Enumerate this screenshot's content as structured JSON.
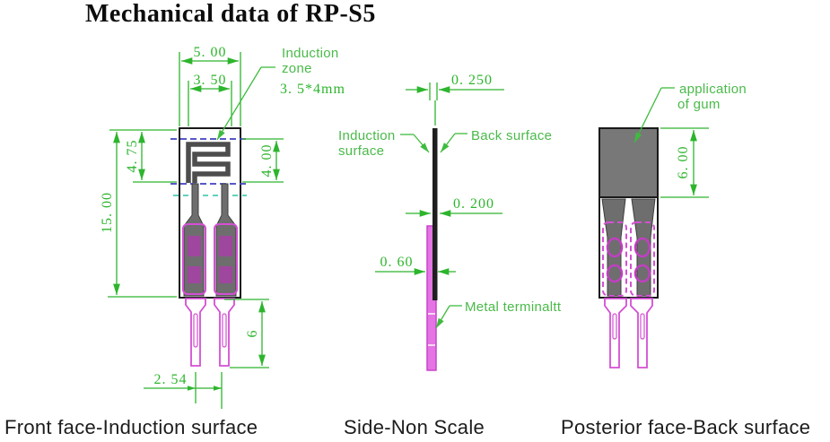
{
  "title": "Mechanical data of RP-S5",
  "colors": {
    "dimension_green": "#2db52d",
    "label_green": "#4aba4a",
    "terminal_magenta": "#d44fd4",
    "body_gray": "#6e6e6e",
    "zone_dashed_blue": "#4040c0",
    "zone_dashed_cyan": "#2fc3a6",
    "ink_black": "#1a1a1a"
  },
  "views": {
    "front": {
      "caption": "Front face-Induction surface",
      "dims": {
        "outer_width": "5. 00",
        "zone_width": "3. 50",
        "zone_height_left": "4. 75",
        "zone_height_right": "4. 00",
        "body_height": "15. 00",
        "pin_length": "6",
        "pin_pitch": "2. 54"
      },
      "labels": {
        "induction_zone": [
          "Induction",
          "zone"
        ],
        "zone_size": "3. 5*4mm"
      }
    },
    "side": {
      "caption": "Side-Non Scale",
      "dims": {
        "top_thickness": "0. 250",
        "film_thickness": "0. 200",
        "terminal_thickness": "0. 60"
      },
      "labels": {
        "induction_surface": [
          "Induction",
          "surface"
        ],
        "back_surface": "Back surface",
        "metal_terminal": "Metal terminaltt"
      }
    },
    "posterior": {
      "caption": "Posterior face-Back surface",
      "dims": {
        "gum_height": "6. 00"
      },
      "labels": {
        "application_of_gum": [
          "application",
          "of gum"
        ]
      }
    }
  }
}
